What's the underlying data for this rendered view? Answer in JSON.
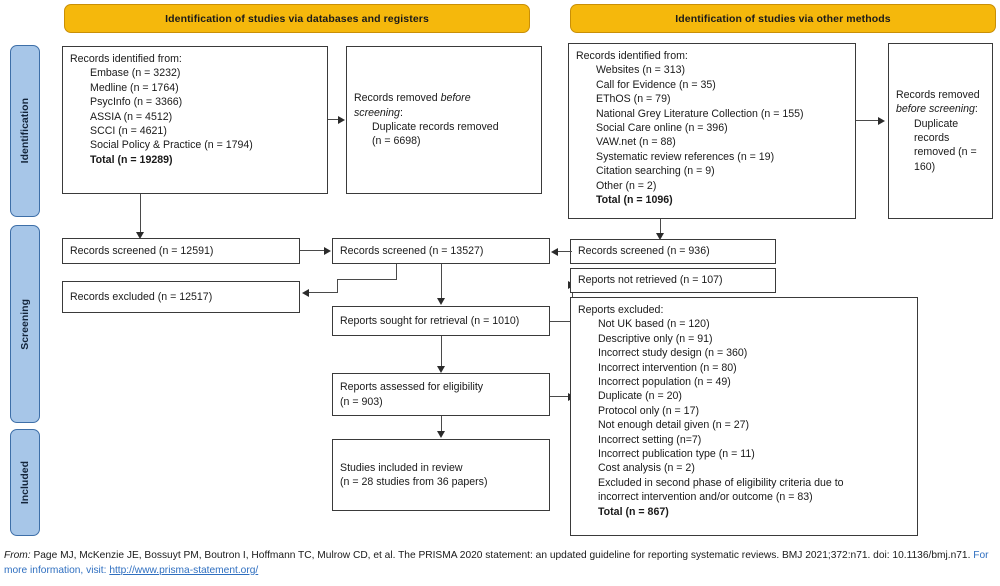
{
  "headers": {
    "databases": "Identification of studies via databases and registers",
    "other": "Identification of studies via other methods"
  },
  "stages": {
    "identification": "Identification",
    "screening": "Screening",
    "included": "Included"
  },
  "db_identified": {
    "title": "Records identified from:",
    "sources": [
      "Embase (n = 3232)",
      "Medline (n = 1764)",
      "PsycInfo (n = 3366)",
      "ASSIA (n = 4512)",
      "SCCI (n = 4621)",
      "Social Policy & Practice (n = 1794)"
    ],
    "total_label": "Total",
    "total_value": "(n = 19289)"
  },
  "db_removed": {
    "line1": "Records removed ",
    "line1_italic": "before",
    "line2_italic": "screening",
    "line2_tail": ":",
    "item1": "Duplicate records removed",
    "item2": "(n = 6698)"
  },
  "other_identified": {
    "title": "Records identified from:",
    "sources": [
      "Websites (n = 313)",
      "Call for Evidence (n = 35)",
      "EThOS (n = 79)",
      "National Grey Literature Collection (n = 155)",
      "Social Care online (n = 396)",
      "VAW.net (n = 88)",
      "Systematic review references (n = 19)",
      "Citation searching (n = 9)",
      "Other (n = 2)"
    ],
    "total_label": "Total",
    "total_value": "(n = 1096)"
  },
  "other_removed": {
    "line1": "Records removed",
    "line2_italic": "before screening",
    "line2_tail": ":",
    "item1": "Duplicate",
    "item2": "records",
    "item3": "removed (n =",
    "item4": "160)"
  },
  "screening": {
    "db_screened": "Records screened (n = 12591)",
    "db_excluded": "Records excluded (n = 12517)",
    "combined_screened": "Records screened (n = 13527)",
    "sought_retrieval": "Reports sought for retrieval (n = 1010)",
    "assessed_line1": "Reports assessed for eligibility",
    "assessed_line2": "(n = 903)",
    "other_screened": "Records screened (n = 936)",
    "not_retrieved": "Reports not retrieved (n = 107)"
  },
  "excluded": {
    "title": "Reports excluded:",
    "reasons": [
      "Not UK based (n = 120)",
      "Descriptive only (n = 91)",
      "Incorrect study design (n = 360)",
      "Incorrect intervention (n = 80)",
      "Incorrect population (n = 49)",
      "Duplicate (n = 20)",
      "Protocol only (n = 17)",
      "Not enough detail given (n = 27)",
      "Incorrect setting (n=7)",
      "Incorrect publication type (n = 11)",
      "Cost analysis (n = 2)",
      "Excluded in second phase of eligibility criteria due to",
      "incorrect intervention and/or outcome (n = 83)"
    ],
    "total_label": "Total",
    "total_value": "(n = 867)"
  },
  "included_box": {
    "line1": "Studies included in review",
    "line2": "(n = 28 studies from 36 papers)"
  },
  "footer": {
    "from_label": "From:",
    "citation": " Page MJ, McKenzie JE, Bossuyt PM, Boutron I, Hoffmann TC, Mulrow CD, et al. The PRISMA 2020 statement: an updated guideline for reporting systematic reviews. BMJ 2021;372:n71. doi: 10.1136/bmj.n71. ",
    "more_info": "For more information, visit: ",
    "url": "http://www.prisma-statement.org/"
  },
  "colors": {
    "header_pill": "#F5B80C",
    "stage_band": "#A7C6E8",
    "link": "#2f6fc0",
    "box_border": "#3a3a3a"
  }
}
